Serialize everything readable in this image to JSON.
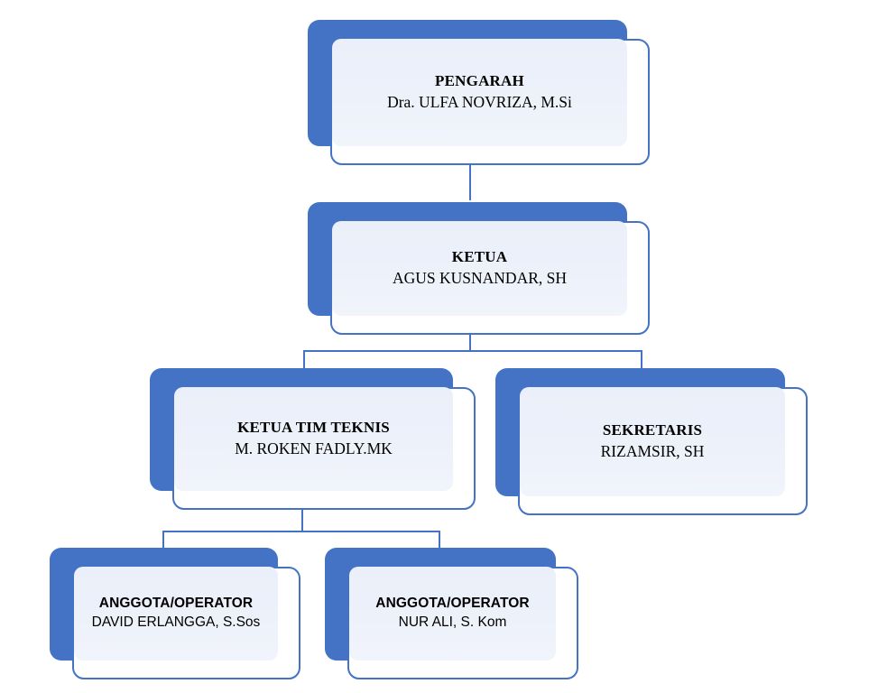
{
  "chart_data": {
    "type": "diagram",
    "diagram_type": "organizational-chart",
    "title": "",
    "accent_color": "#4472C4",
    "panel_color": "#EDF1F9",
    "card_color": "#FFFFFF",
    "background": "#FFFFFF",
    "levels": 4,
    "nodes": [
      {
        "id": "pengarah",
        "title": "PENGARAH",
        "name": "Dra. ULFA NOVRIZA, M.Si",
        "level": 1,
        "parent": null
      },
      {
        "id": "ketua",
        "title": "KETUA",
        "name": "AGUS KUSNANDAR, SH",
        "level": 2,
        "parent": "pengarah"
      },
      {
        "id": "ketua-tim-teknis",
        "title": "KETUA TIM TEKNIS",
        "name": "M. ROKEN FADLY.MK",
        "level": 3,
        "parent": "ketua"
      },
      {
        "id": "sekretaris",
        "title": "SEKRETARIS",
        "name": "RIZAMSIR, SH",
        "level": 3,
        "parent": "ketua"
      },
      {
        "id": "anggota-1",
        "title": "ANGGOTA/OPERATOR",
        "name": "DAVID ERLANGGA, S.Sos",
        "level": 4,
        "parent": "ketua-tim-teknis"
      },
      {
        "id": "anggota-2",
        "title": "ANGGOTA/OPERATOR",
        "name": "NUR ALI, S. Kom",
        "level": 4,
        "parent": "ketua-tim-teknis"
      }
    ],
    "edges": [
      {
        "from": "pengarah",
        "to": "ketua"
      },
      {
        "from": "ketua",
        "to": "ketua-tim-teknis"
      },
      {
        "from": "ketua",
        "to": "sekretaris"
      },
      {
        "from": "ketua-tim-teknis",
        "to": "anggota-1"
      },
      {
        "from": "ketua-tim-teknis",
        "to": "anggota-2"
      }
    ]
  },
  "nodes": {
    "pengarah": {
      "title": "PENGARAH",
      "name": "Dra. ULFA NOVRIZA, M.Si"
    },
    "ketua": {
      "title": "KETUA",
      "name": "AGUS KUSNANDAR, SH"
    },
    "ketua_tim_teknis": {
      "title": "KETUA TIM TEKNIS",
      "name": "M. ROKEN FADLY.MK"
    },
    "sekretaris": {
      "title": "SEKRETARIS",
      "name": "RIZAMSIR, SH"
    },
    "anggota_1": {
      "title": "ANGGOTA/OPERATOR",
      "name": "DAVID ERLANGGA, S.Sos"
    },
    "anggota_2": {
      "title": "ANGGOTA/OPERATOR",
      "name": "NUR ALI, S. Kom"
    }
  }
}
